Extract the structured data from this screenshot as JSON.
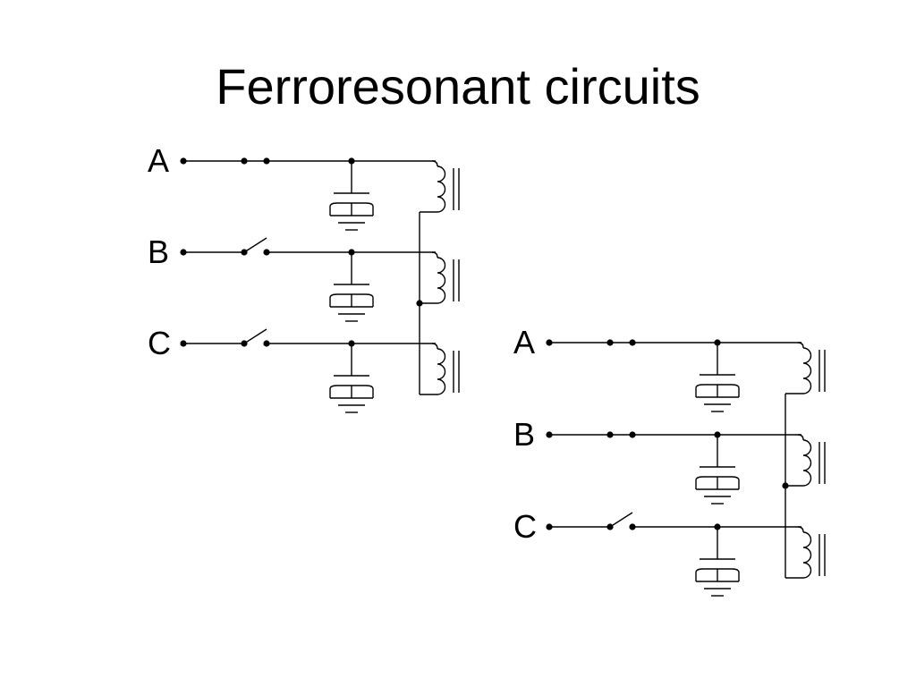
{
  "slide": {
    "title": "Ferroresonant circuits"
  },
  "circuits": [
    {
      "id": "circuit-1",
      "phases": [
        {
          "label": "A",
          "switch": "closed"
        },
        {
          "label": "B",
          "switch": "open"
        },
        {
          "label": "C",
          "switch": "open"
        }
      ]
    },
    {
      "id": "circuit-2",
      "phases": [
        {
          "label": "A",
          "switch": "closed"
        },
        {
          "label": "B",
          "switch": "closed"
        },
        {
          "label": "C",
          "switch": "open"
        }
      ]
    }
  ],
  "colors": {
    "line": "#000000",
    "background": "#ffffff"
  }
}
